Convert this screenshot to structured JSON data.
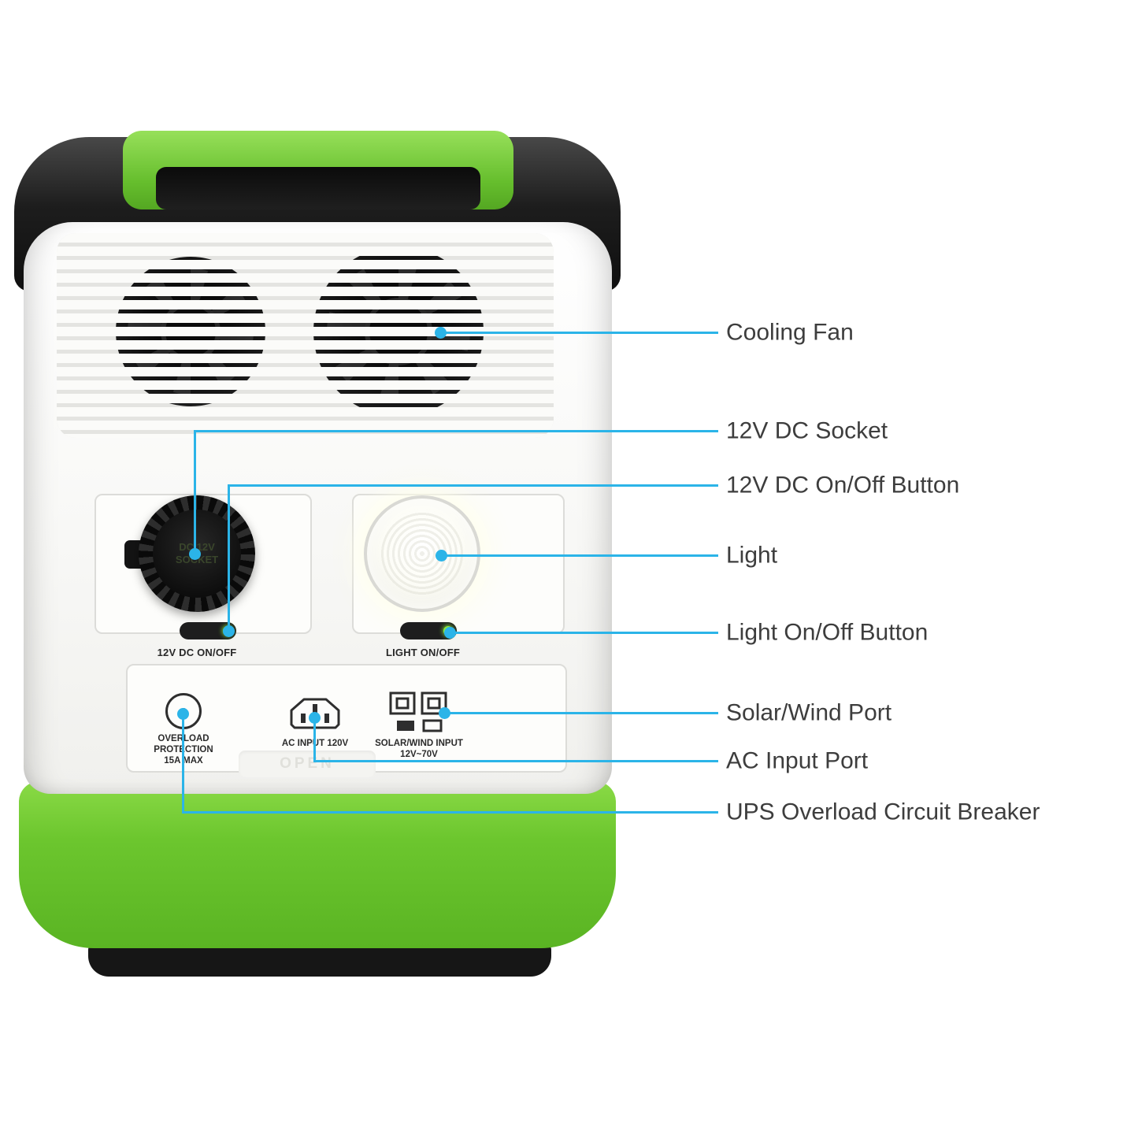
{
  "colors": {
    "accent_green": "#6cc62e",
    "leader_cyan": "#2bb4e8",
    "housing_black": "#161616",
    "body_white": "#f8f8f6"
  },
  "device": {
    "socket_text": "DC 12V SOCKET",
    "dc_button_label": "12V DC ON/OFF",
    "light_button_label": "LIGHT ON/OFF",
    "overload_label": [
      "OVERLOAD",
      "PROTECTION",
      "15A MAX"
    ],
    "ac_input_label": "AC INPUT 120V",
    "solar_label": [
      "SOLAR/WIND INPUT",
      "12V~70V"
    ],
    "open_label": "OPEN"
  },
  "callouts": [
    {
      "label": "Cooling Fan"
    },
    {
      "label": "12V DC Socket"
    },
    {
      "label": "12V DC On/Off Button"
    },
    {
      "label": "Light"
    },
    {
      "label": "Light On/Off Button"
    },
    {
      "label": "Solar/Wind Port"
    },
    {
      "label": "AC Input Port"
    },
    {
      "label": "UPS Overload Circuit Breaker"
    }
  ]
}
